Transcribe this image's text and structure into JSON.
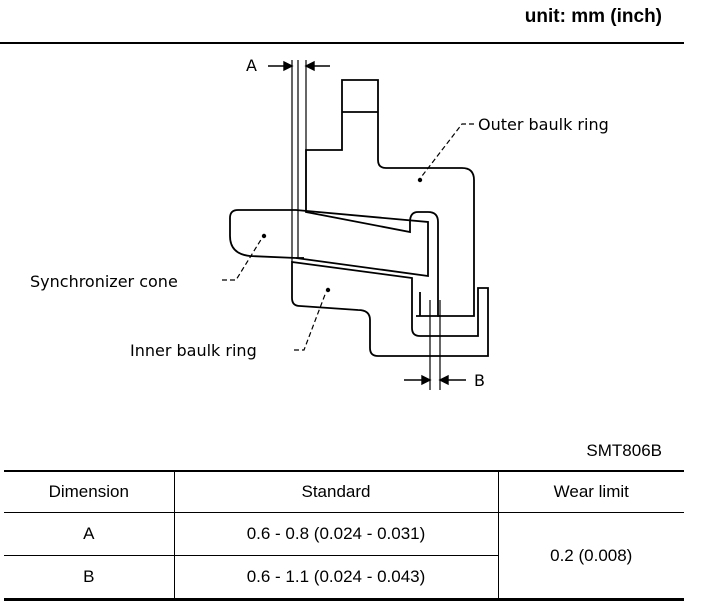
{
  "header": {
    "unit": "unit: mm (inch)"
  },
  "diagram": {
    "labels": {
      "a": "A",
      "b": "B",
      "outer": "Outer baulk ring",
      "sync": "Synchronizer cone",
      "inner": "Inner baulk ring"
    }
  },
  "figure_id": "SMT806B",
  "table": {
    "headers": {
      "dimension": "Dimension",
      "standard": "Standard",
      "wear_limit": "Wear limit"
    },
    "rows": [
      {
        "dimension": "A",
        "standard": "0.6 - 0.8 (0.024 - 0.031)"
      },
      {
        "dimension": "B",
        "standard": "0.6 - 1.1 (0.024 - 0.043)"
      }
    ],
    "wear_limit": "0.2 (0.008)"
  }
}
